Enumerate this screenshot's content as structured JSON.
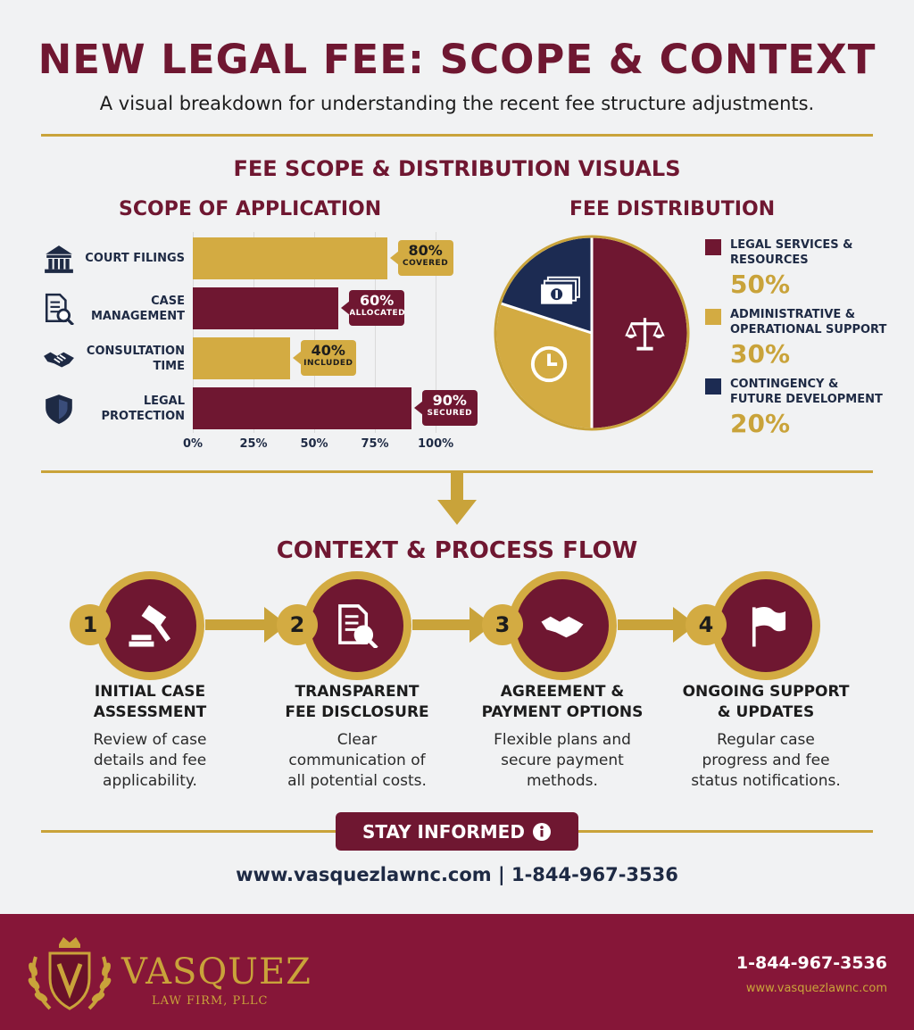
{
  "header": {
    "title": "NEW LEGAL FEE: SCOPE & CONTEXT",
    "subtitle": "A visual breakdown for understanding the recent fee structure adjustments."
  },
  "section1_title": "FEE SCOPE & DISTRIBUTION VISUALS",
  "chart_data": [
    {
      "type": "bar",
      "orientation": "horizontal",
      "title": "SCOPE OF APPLICATION",
      "categories": [
        "COURT FILINGS",
        "CASE MANAGEMENT",
        "CONSULTATION TIME",
        "LEGAL PROTECTION"
      ],
      "values": [
        80,
        60,
        40,
        90
      ],
      "value_labels": [
        "80%",
        "60%",
        "40%",
        "90%"
      ],
      "captions": [
        "COVERED",
        "ALLOCATED",
        "INCLUDED",
        "SECURED"
      ],
      "bar_colors": [
        "#d3ab42",
        "#6f1731",
        "#d3ab42",
        "#6f1731"
      ],
      "icons": [
        "courthouse-icon",
        "document-search-icon",
        "handshake-icon",
        "shield-icon"
      ],
      "ticks": [
        "0%",
        "25%",
        "50%",
        "75%",
        "100%"
      ],
      "xlim": [
        0,
        100
      ],
      "grid": true
    },
    {
      "type": "pie",
      "title": "FEE DISTRIBUTION",
      "slices": [
        {
          "label_lines": [
            "LEGAL SERVICES &",
            "RESOURCES"
          ],
          "value": 50,
          "value_label": "50%",
          "color": "#6f1731",
          "icon": "scales-icon"
        },
        {
          "label_lines": [
            "ADMINISTRATIVE &",
            "OPERATIONAL SUPPORT"
          ],
          "value": 30,
          "value_label": "30%",
          "color": "#d3ab42",
          "icon": "clock-icon"
        },
        {
          "label_lines": [
            "CONTINGENCY &",
            "FUTURE DEVELOPMENT"
          ],
          "value": 20,
          "value_label": "20%",
          "color": "#1c2b52",
          "icon": "money-icon"
        }
      ],
      "legend": "right"
    }
  ],
  "section2_title": "CONTEXT & PROCESS FLOW",
  "steps": [
    {
      "num": "1",
      "title_lines": [
        "INITIAL CASE",
        "ASSESSMENT"
      ],
      "desc_lines": [
        "Review of case",
        "details and fee",
        "applicability."
      ],
      "icon": "gavel-icon"
    },
    {
      "num": "2",
      "title_lines": [
        "TRANSPARENT",
        "FEE DISCLOSURE"
      ],
      "desc_lines": [
        "Clear",
        "communication of",
        "all potential costs."
      ],
      "icon": "document-search-icon"
    },
    {
      "num": "3",
      "title_lines": [
        "AGREEMENT &",
        "PAYMENT OPTIONS"
      ],
      "desc_lines": [
        "Flexible plans and",
        "secure payment",
        "methods."
      ],
      "icon": "handshake-icon"
    },
    {
      "num": "4",
      "title_lines": [
        "ONGOING SUPPORT",
        "& UPDATES"
      ],
      "desc_lines": [
        "Regular case",
        "progress and fee",
        "status notifications."
      ],
      "icon": "flag-icon"
    }
  ],
  "cta": {
    "label": "STAY INFORMED",
    "icon": "info-icon"
  },
  "contact_line": "www.vasquezlawnc.com | 1-844-967-3536",
  "footer": {
    "brand": "VASQUEZ",
    "brand_sub": "LAW FIRM, PLLC",
    "phone": "1-844-967-3536",
    "url": "www.vasquezlawnc.com"
  },
  "colors": {
    "maroon": "#6f1731",
    "gold": "#d3ab42",
    "navy": "#1c2b52",
    "footer": "#861638"
  }
}
